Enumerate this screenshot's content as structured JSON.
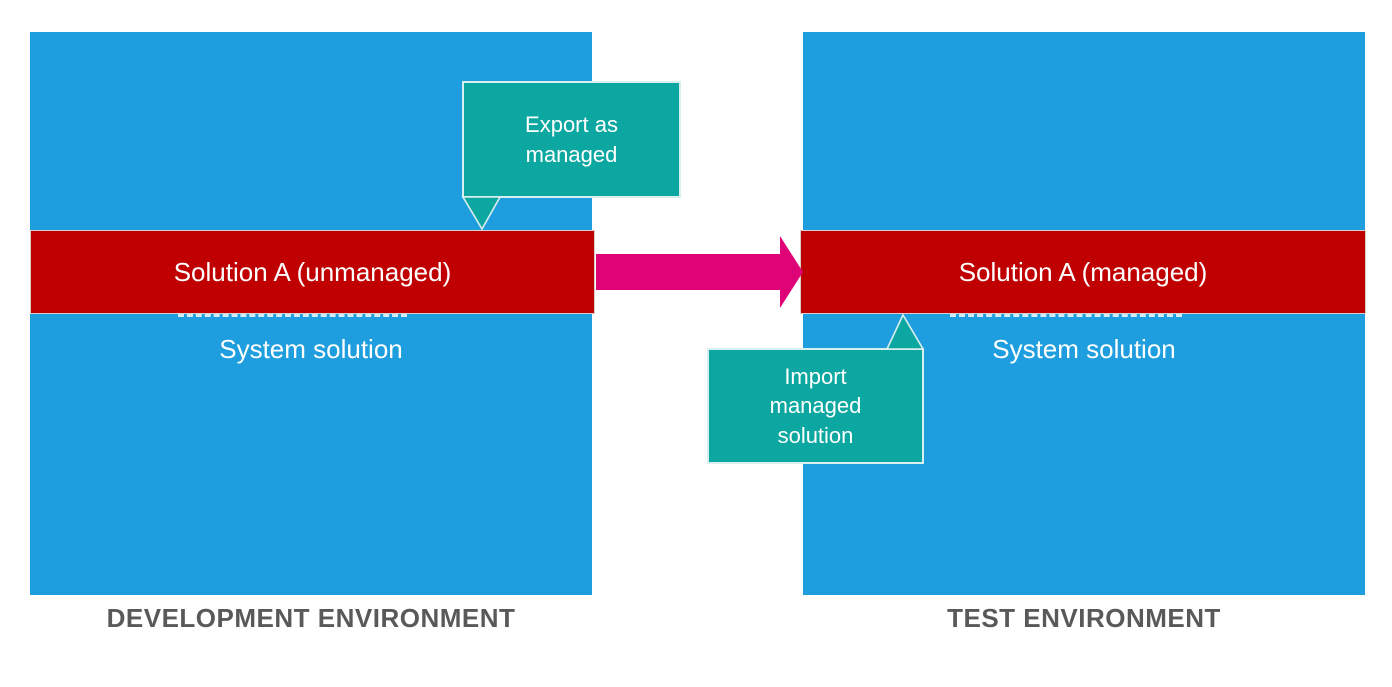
{
  "colors": {
    "canvas_bg": "#ffffff",
    "environment_fill": "#1E9EDE",
    "solution_fill": "#C00000",
    "solution_border": "#D8CFCB",
    "callout_fill": "#0CA7A1",
    "callout_border": "#D9EEEE",
    "arrow_fill": "#DE0478",
    "caption_color": "#595959",
    "label_color": "#ffffff"
  },
  "environments": [
    {
      "caption": "DEVELOPMENT ENVIRONMENT",
      "solution_label": "Solution A (unmanaged)",
      "system_label": "System solution"
    },
    {
      "caption": "TEST ENVIRONMENT",
      "solution_label": "Solution A (managed)",
      "system_label": "System solution"
    }
  ],
  "callouts": {
    "export": {
      "line1": "Export as",
      "line2": "managed"
    },
    "import": {
      "line1": "Import",
      "line2": "managed",
      "line3": "solution"
    }
  },
  "icons": {
    "transfer_arrow": "right-arrow-icon",
    "export_pointer": "callout-pointer-down-icon",
    "import_pointer": "callout-pointer-up-icon"
  }
}
